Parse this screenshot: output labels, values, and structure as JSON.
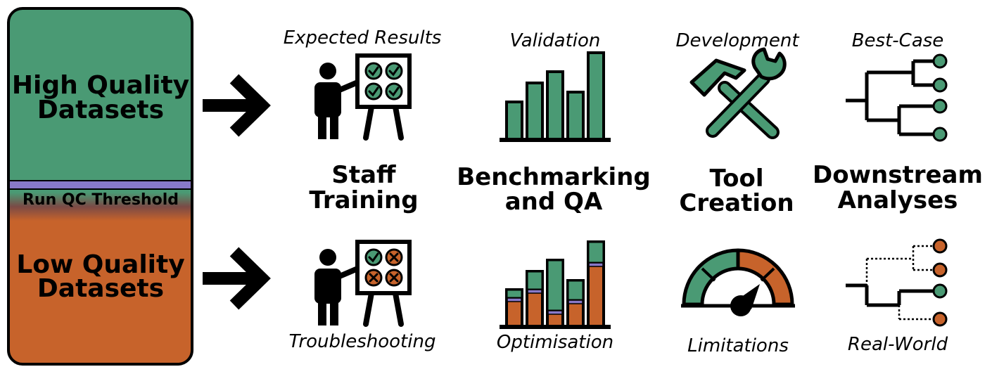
{
  "colors": {
    "green": "#4a9a74",
    "orange": "#c7632b",
    "purple": "#8879c9",
    "outline": "#000000"
  },
  "left_panel": {
    "high_label": [
      "High Quality",
      "Datasets"
    ],
    "threshold_label": "Run QC Threshold",
    "low_label": [
      "Low Quality",
      "Datasets"
    ]
  },
  "columns": {
    "staff": {
      "heading": [
        "Staff",
        "Training"
      ],
      "top_caption": "Expected Results",
      "bottom_caption": "Troubleshooting",
      "top_icon": "presenter-board-checks-icon",
      "bottom_icon": "presenter-board-mixed-icon"
    },
    "bench": {
      "heading": [
        "Benchmarking",
        "and QA"
      ],
      "top_caption": "Validation",
      "bottom_caption": "Optimisation",
      "top_icon": "bar-chart-icon",
      "bottom_icon": "stacked-bar-chart-icon"
    },
    "tool": {
      "heading": [
        "Tool",
        "Creation"
      ],
      "top_caption": "Development",
      "bottom_caption": "Limitations",
      "top_icon": "hammer-wrench-icon",
      "bottom_icon": "gauge-icon"
    },
    "downstream": {
      "heading": [
        "Downstream",
        "Analyses"
      ],
      "top_caption": "Best-Case",
      "bottom_caption": "Real-World",
      "top_icon": "tree-solid-icon",
      "bottom_icon": "tree-dotted-icon"
    }
  }
}
